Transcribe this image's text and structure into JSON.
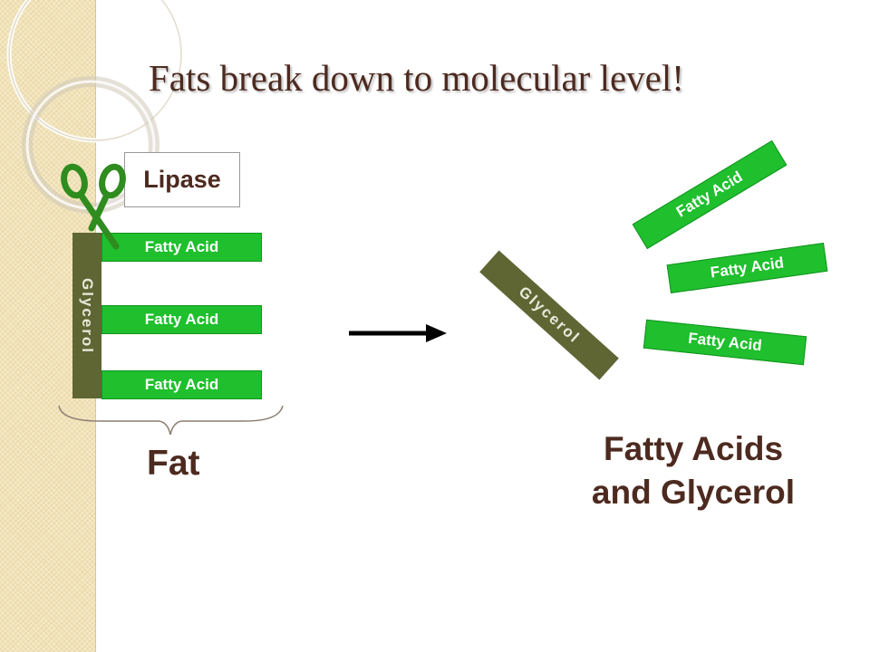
{
  "title": "Fats break down to molecular level!",
  "enzyme": {
    "label": "Lipase",
    "icon": "scissors-icon"
  },
  "fat_molecule": {
    "glycerol_label": "Glycerol",
    "fatty_acids": [
      "Fatty Acid",
      "Fatty Acid",
      "Fatty Acid"
    ],
    "caption": "Fat"
  },
  "products": {
    "glycerol_label": "Glycerol",
    "fatty_acids": [
      "Fatty Acid",
      "Fatty Acid",
      "Fatty Acid"
    ],
    "caption_line1": "Fatty Acids",
    "caption_line2": "and Glycerol"
  },
  "colors": {
    "fatty_acid": "#1fbf2d",
    "glycerol": "#5f6633",
    "text": "#4d2a1f",
    "scissors": "#2f8c1f",
    "sidebar": "#f1e3b8"
  }
}
